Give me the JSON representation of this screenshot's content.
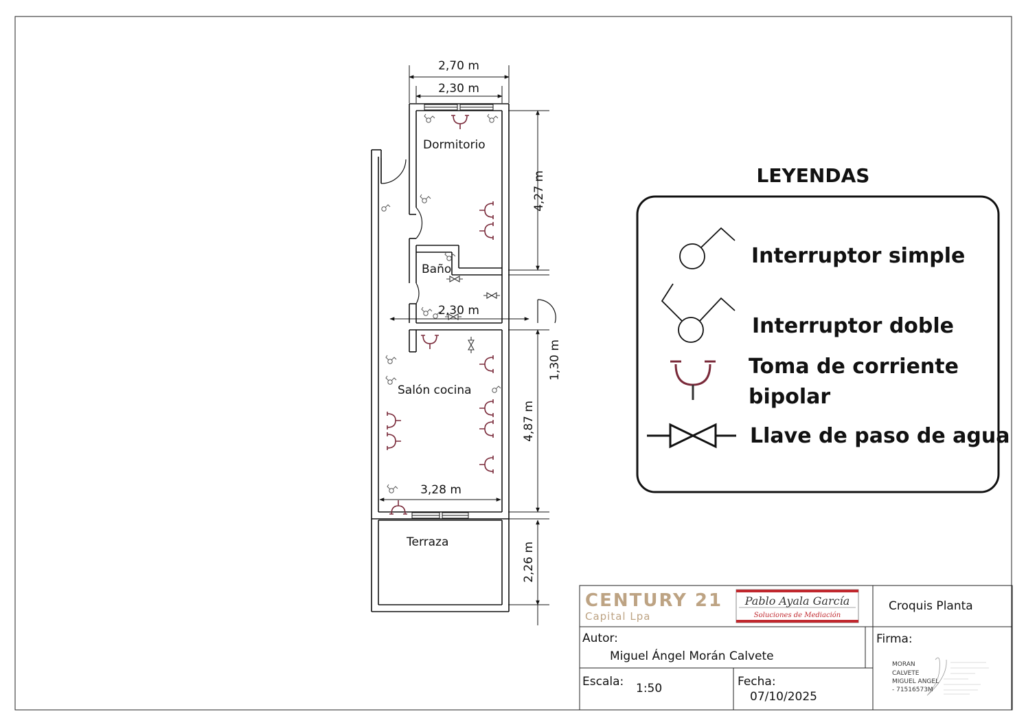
{
  "plan": {
    "rooms": {
      "dormitorio": "Dormitorio",
      "bano": "Baño",
      "salon": "Salón cocina",
      "terraza": "Terraza"
    },
    "dimensions": {
      "top_outer": "2,70 m",
      "top_inner": "2,30 m",
      "right_dorm": "4,27 m",
      "mid_width": "2,30 m",
      "right_mid": "1,30 m",
      "right_salon": "4,87 m",
      "salon_width": "3,28 m",
      "right_terraza": "2,26 m"
    }
  },
  "legend": {
    "title": "LEYENDAS",
    "items": {
      "simple": "Interruptor simple",
      "doble": "Interruptor doble",
      "toma_1": "Toma de corriente",
      "toma_2": "bipolar",
      "llave": "Llave de paso de agua"
    }
  },
  "title_block": {
    "brand": "CENTURY 21",
    "brand_sub": "Capital Lpa",
    "badge_name": "Pablo Ayala García",
    "badge_sub": "Soluciones de Mediación",
    "drawing_title": "Croquis Planta",
    "autor_label": "Autor:",
    "autor_value": "Miguel Ángel Morán Calvete",
    "escala_label": "Escala:",
    "escala_value": "1:50",
    "fecha_label": "Fecha:",
    "fecha_value": "07/10/2025",
    "firma_label": "Firma:",
    "signature_lines": [
      "MORAN",
      "CALVETE",
      "MIGUEL ANGEL",
      "- 71516573M"
    ]
  },
  "colors": {
    "socket": "#7a2a3a",
    "line": "#111111",
    "brand": "#bda383",
    "badge_red": "#c0272d"
  }
}
